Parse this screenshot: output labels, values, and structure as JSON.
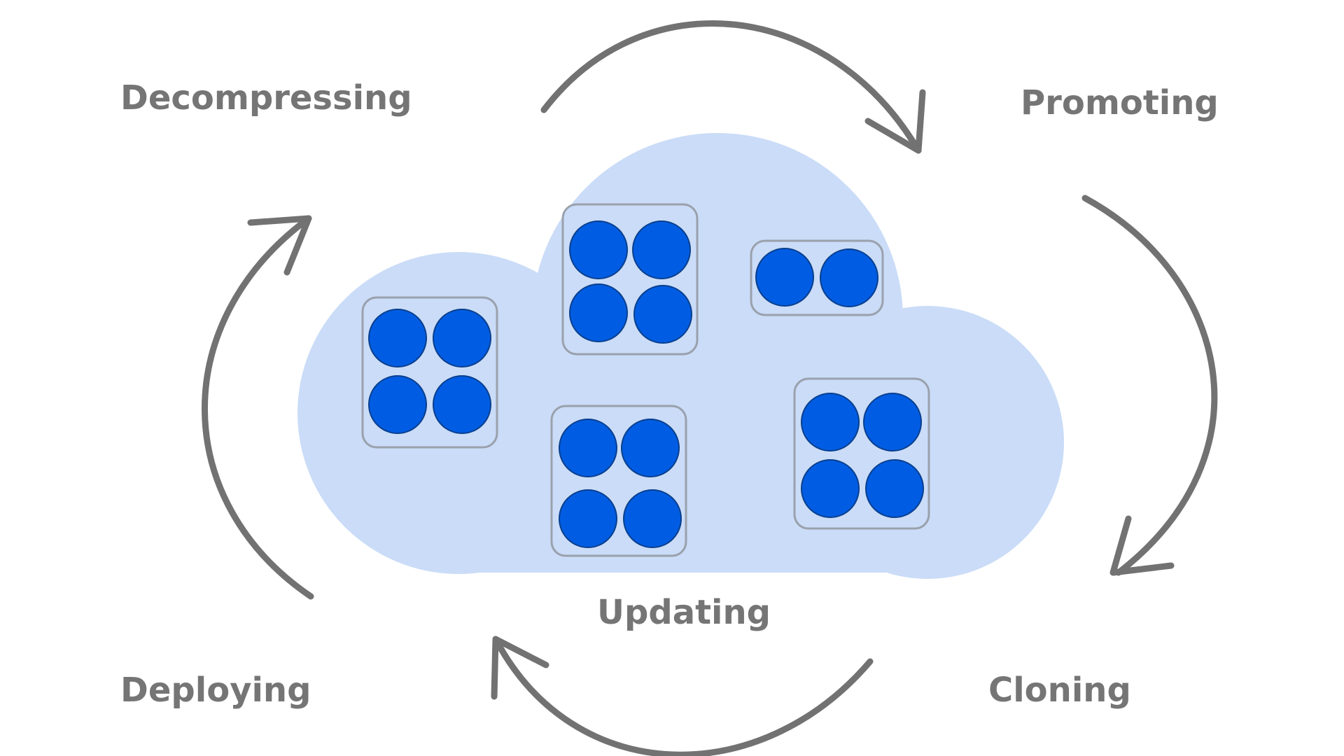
{
  "diagram": {
    "stages": {
      "decompressing": "Decompressing",
      "promoting": "Promoting",
      "cloning": "Cloning",
      "updating": "Updating",
      "deploying": "Deploying"
    },
    "colors": {
      "cloud": "#cadcf7",
      "container_dot": "#005de3",
      "container_border": "#9aa1ad",
      "arrow": "#727272",
      "label": "#757575"
    },
    "containers": [
      {
        "id": "container-1",
        "dots": 4
      },
      {
        "id": "container-2",
        "dots": 4
      },
      {
        "id": "container-3",
        "dots": 2
      },
      {
        "id": "container-4",
        "dots": 4
      },
      {
        "id": "container-5",
        "dots": 4
      }
    ],
    "icons": {
      "cycle_arrow": "curved-arrow-icon",
      "container_dot": "circle-icon"
    }
  }
}
